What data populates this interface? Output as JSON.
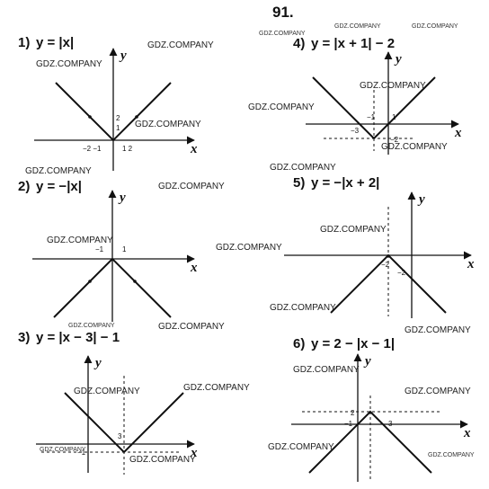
{
  "exercise_number": "91.",
  "watermark": "GDZ.COMPANY",
  "panels": [
    {
      "id": "p1",
      "number": "1)",
      "equation": "y = |x|",
      "axis_x": "x",
      "axis_y": "y",
      "ticks": {
        "x_neg": "−2 −1",
        "x_pos": "1  2",
        "y_a": "2",
        "y_b": "1"
      }
    },
    {
      "id": "p2",
      "number": "2)",
      "equation": "y = −|x|",
      "axis_x": "x",
      "axis_y": "y",
      "ticks": {
        "x_neg": "−1",
        "x_pos": "1"
      }
    },
    {
      "id": "p3",
      "number": "3)",
      "equation": "y = |x − 3| − 1",
      "axis_x": "x",
      "axis_y": "y",
      "ticks": {
        "x_a": "3",
        "y_a": "−1"
      }
    },
    {
      "id": "p4",
      "number": "4)",
      "equation": "y = |x + 1| − 2",
      "axis_x": "x",
      "axis_y": "y",
      "ticks": {
        "x_a": "−3",
        "x_b": "−1",
        "x_c": "1",
        "y_a": "−2"
      }
    },
    {
      "id": "p5",
      "number": "5)",
      "equation": "y = −|x + 2|",
      "axis_x": "x",
      "axis_y": "y",
      "ticks": {
        "x_a": "−2",
        "y_a": "−2"
      }
    },
    {
      "id": "p6",
      "number": "6)",
      "equation": "y = 2 − |x − 1|",
      "axis_x": "x",
      "axis_y": "y",
      "ticks": {
        "x_a": "−1",
        "x_b": "3",
        "y_a": "2"
      }
    }
  ],
  "chart_data": [
    {
      "type": "line",
      "title": "y = |x|",
      "vertex": [
        0,
        0
      ],
      "opens": "up"
    },
    {
      "type": "line",
      "title": "y = −|x|",
      "vertex": [
        0,
        0
      ],
      "opens": "down"
    },
    {
      "type": "line",
      "title": "y = |x − 3| − 1",
      "vertex": [
        3,
        -1
      ],
      "opens": "up"
    },
    {
      "type": "line",
      "title": "y = |x + 1| − 2",
      "vertex": [
        -1,
        -2
      ],
      "opens": "up"
    },
    {
      "type": "line",
      "title": "y = −|x + 2|",
      "vertex": [
        -2,
        0
      ],
      "opens": "down"
    },
    {
      "type": "line",
      "title": "y = 2 − |x − 1|",
      "vertex": [
        1,
        2
      ],
      "opens": "down"
    }
  ]
}
